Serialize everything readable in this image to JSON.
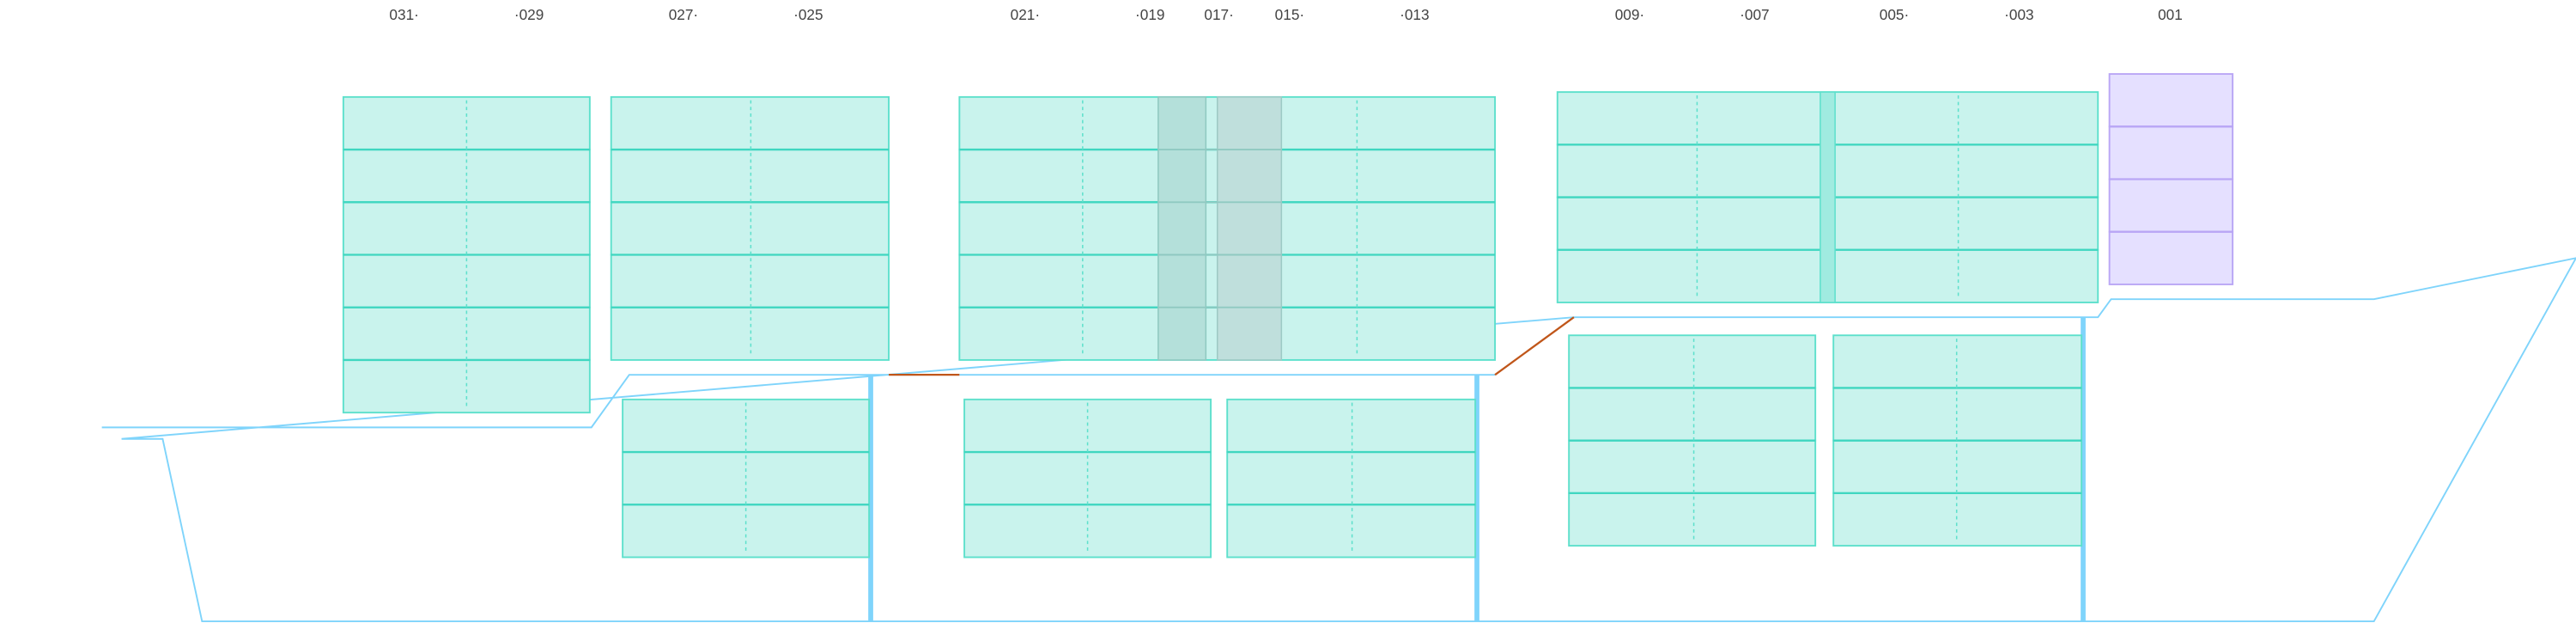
{
  "bay_labels": [
    "031·",
    "·029",
    "027·",
    "·025",
    "021·",
    "·019",
    "017·",
    "015·",
    "·013",
    "009·",
    "·007",
    "005·",
    "·003",
    "001"
  ],
  "colors": {
    "slot_fill": "#c9f3ed",
    "slot_stroke": "#5ee0cc",
    "tier_line": "#3fd6c0",
    "reserved_fill": "#b4e0da",
    "reserved_alt_fill": "#bfdfdc",
    "hatch_strip": "#a0ebe0",
    "forward_fill": "#e5e0ff",
    "forward_stroke": "#b9a6f5",
    "hull": "#7fd4fb",
    "hatch_cover": "#c0561a"
  }
}
